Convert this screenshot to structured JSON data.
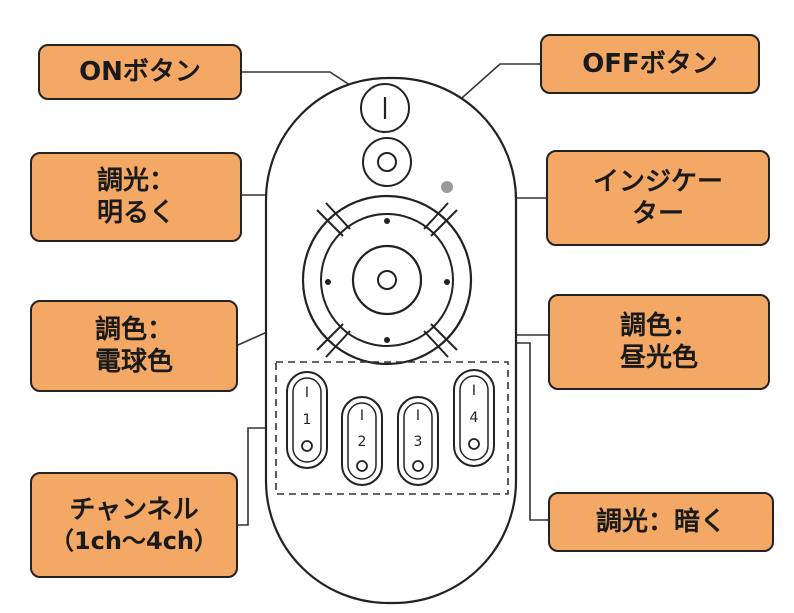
{
  "labels": {
    "on_button": "ONボタン",
    "off_button": "OFFボタン",
    "dim_brighter": [
      "調光：",
      "明るく"
    ],
    "indicator": [
      "インジケー",
      "ター"
    ],
    "color_warm": [
      "調色：",
      "電球色"
    ],
    "color_daylight": [
      "調色：",
      "昼光色"
    ],
    "channel": [
      "チャンネル",
      "（1ch～4ch）"
    ],
    "dim_darker": "調光：暗く"
  },
  "remote": {
    "on_symbol": "I",
    "channels": [
      {
        "symbol": "I",
        "number": "1"
      },
      {
        "symbol": "I",
        "number": "2"
      },
      {
        "symbol": "I",
        "number": "3"
      },
      {
        "symbol": "I",
        "number": "4"
      }
    ]
  },
  "colors": {
    "label_fill": "#f3a865",
    "outline": "#222222",
    "indicator_led": "#9a9a9a"
  }
}
